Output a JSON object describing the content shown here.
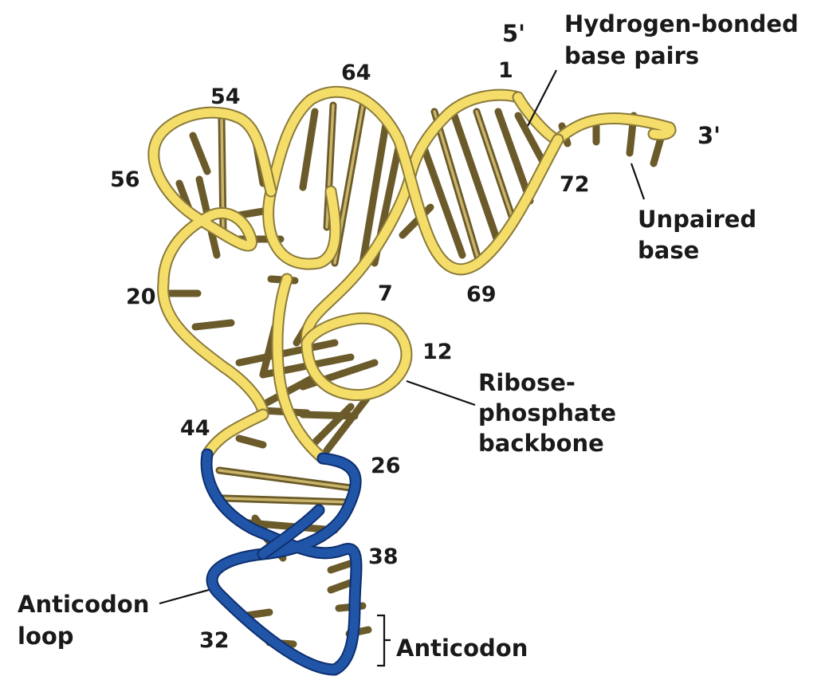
{
  "labels": {
    "five_prime": "5'",
    "three_prime": "3'",
    "hydrogen_bonded_line1": "Hydrogen-bonded",
    "hydrogen_bonded_line2": "base pairs",
    "unpaired_line1": "Unpaired",
    "unpaired_line2": "base",
    "ribose_line1": "Ribose-",
    "ribose_line2": "phosphate",
    "ribose_line3": "backbone",
    "anticodon_loop_line1": "Anticodon",
    "anticodon_loop_line2": "loop",
    "anticodon": "Anticodon"
  },
  "residue_numbers": {
    "n1": "1",
    "n7": "7",
    "n12": "12",
    "n20": "20",
    "n26": "26",
    "n32": "32",
    "n38": "38",
    "n44": "44",
    "n54": "54",
    "n56": "56",
    "n64": "64",
    "n69": "69",
    "n72": "72"
  },
  "colors": {
    "backbone_main": "#f5dd6a",
    "backbone_anticodon_arm": "#2155a8",
    "base_pairs": "#6b5a2a"
  }
}
